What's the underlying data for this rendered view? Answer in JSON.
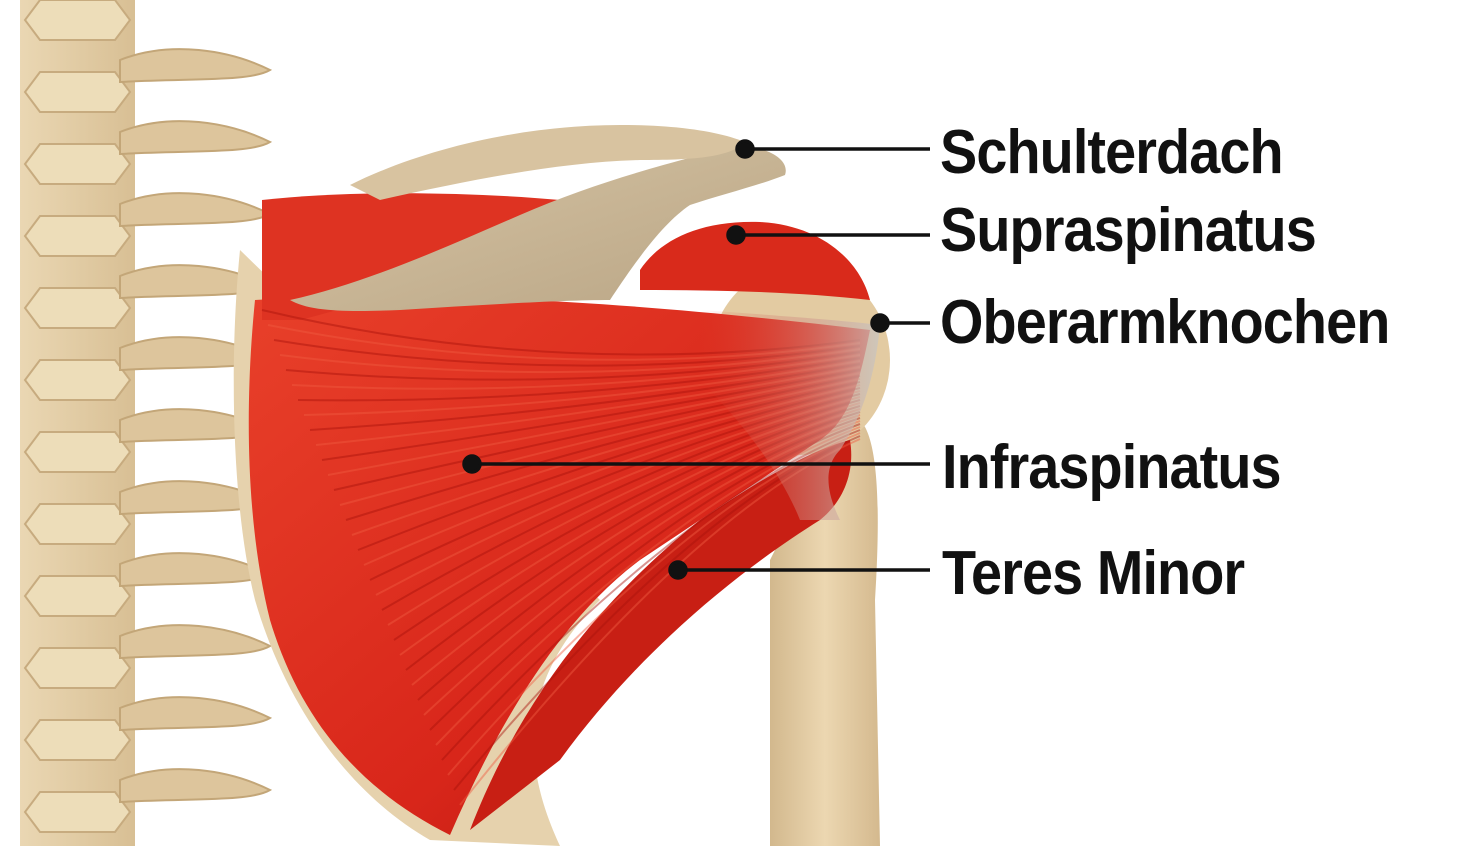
{
  "labels": [
    {
      "id": "schulterdach",
      "text": "Schulterdach"
    },
    {
      "id": "supraspinatus",
      "text": "Supraspinatus"
    },
    {
      "id": "oberarmknochen",
      "text": "Oberarmknochen"
    },
    {
      "id": "infraspinatus",
      "text": "Infraspinatus"
    },
    {
      "id": "teres-minor",
      "text": "Teres Minor"
    }
  ],
  "colors": {
    "bone": "#e2cca3",
    "bone_shadow": "#c9ad82",
    "acromion": "#c8b697",
    "muscle": "#e0301e",
    "muscle_dark": "#b8170f",
    "tendon": "#c7c3bd",
    "leader": "#111111",
    "background": "#ffffff"
  }
}
